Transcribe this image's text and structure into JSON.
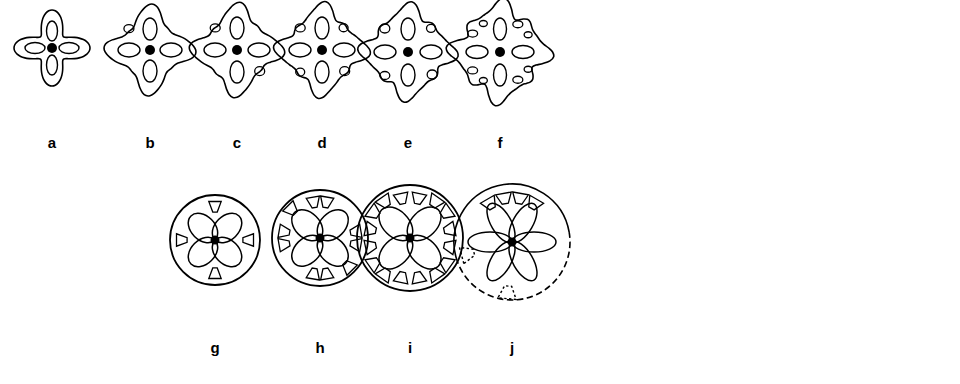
{
  "diagram": {
    "labels": [
      "a",
      "b",
      "c",
      "d",
      "e",
      "f",
      "g",
      "h",
      "i",
      "j"
    ]
  }
}
